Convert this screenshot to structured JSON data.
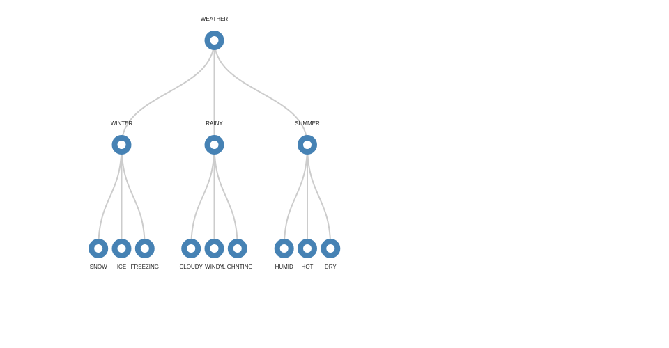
{
  "colors": {
    "node": "#4682b4",
    "link": "#cccccc",
    "label": "#222222"
  },
  "tree": {
    "name": "WEATHER",
    "children": [
      {
        "name": "WINTER",
        "children": [
          {
            "name": "SNOW"
          },
          {
            "name": "ICE"
          },
          {
            "name": "FREEZING"
          }
        ]
      },
      {
        "name": "RAINY",
        "children": [
          {
            "name": "CLOUDY"
          },
          {
            "name": "WINDY"
          },
          {
            "name": "LIGHNTING"
          }
        ]
      },
      {
        "name": "SUMMER",
        "children": [
          {
            "name": "HUMID"
          },
          {
            "name": "HOT"
          },
          {
            "name": "DRY"
          }
        ]
      }
    ]
  }
}
